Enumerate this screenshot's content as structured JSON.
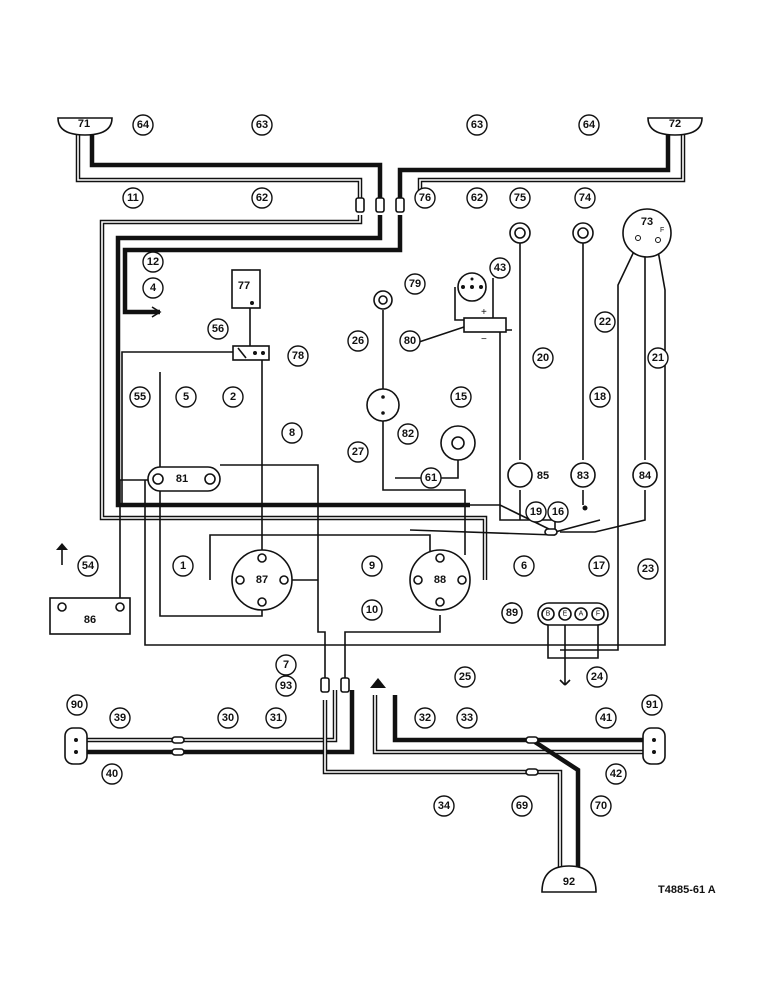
{
  "drawing_ref": "T4885-61 A",
  "components": {
    "lamp_71": "71",
    "lamp_72": "72",
    "unit_73": "73",
    "terminals_73": "F",
    "switch_77": "77",
    "unit_78": "78",
    "unit_79": "79",
    "unit_80_sign_plus": "+",
    "unit_80_sign_minus": "−",
    "unit_81": "81",
    "unit_82": "82",
    "unit_83": "83",
    "unit_84": "84",
    "unit_85": "85",
    "battery_86": "86",
    "unit_87": "87",
    "unit_88": "88",
    "block_89": "89",
    "block_89_terminals": [
      "B",
      "E",
      "A",
      "F"
    ],
    "lamp_90": "90",
    "lamp_91": "91",
    "lamp_92": "92"
  },
  "wire_tags": [
    "64",
    "63",
    "63",
    "64",
    "11",
    "62",
    "76",
    "62",
    "75",
    "74",
    "12",
    "4",
    "43",
    "56",
    "26",
    "80",
    "22",
    "55",
    "5",
    "2",
    "20",
    "21",
    "15",
    "18",
    "8",
    "27",
    "61",
    "19",
    "16",
    "54",
    "1",
    "9",
    "6",
    "17",
    "23",
    "10",
    "89",
    "7",
    "93",
    "25",
    "24",
    "39",
    "30",
    "31",
    "32",
    "33",
    "41",
    "40",
    "42",
    "34",
    "69",
    "70"
  ]
}
